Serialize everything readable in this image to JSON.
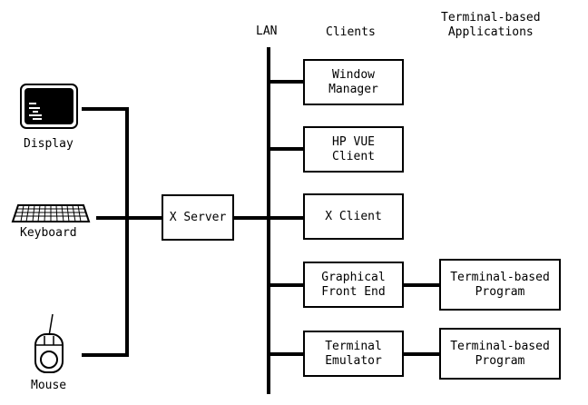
{
  "colors": {
    "line": "#000000",
    "background": "#ffffff"
  },
  "header": {
    "lan": "LAN",
    "clients": "Clients",
    "apps_line1": "Terminal-based",
    "apps_line2": "Applications"
  },
  "devices": [
    {
      "icon": "display-icon",
      "label": "Display"
    },
    {
      "icon": "keyboard-icon",
      "label": "Keyboard"
    },
    {
      "icon": "mouse-icon",
      "label": "Mouse"
    }
  ],
  "server": {
    "label": "X Server"
  },
  "clients": [
    {
      "line1": "Window",
      "line2": "Manager"
    },
    {
      "line1": "HP VUE",
      "line2": "Client"
    },
    {
      "line1": "X Client",
      "line2": ""
    },
    {
      "line1": "Graphical",
      "line2": "Front End"
    },
    {
      "line1": "Terminal",
      "line2": "Emulator"
    }
  ],
  "applications": [
    {
      "line1": "Terminal-based",
      "line2": "Program"
    },
    {
      "line1": "Terminal-based",
      "line2": "Program"
    }
  ]
}
